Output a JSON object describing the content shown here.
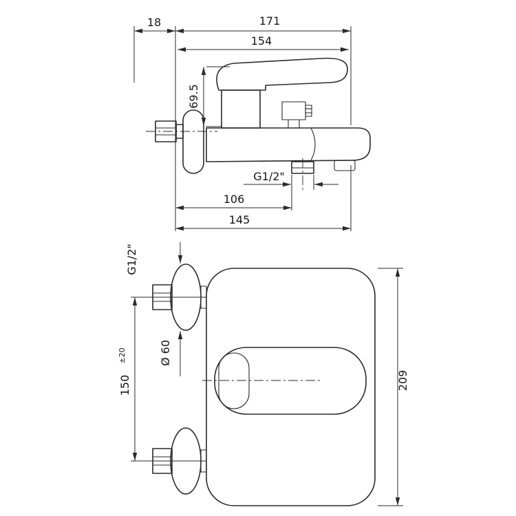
{
  "dims": {
    "side_18": "18",
    "side_171": "171",
    "side_154": "154",
    "side_69_5": "69.5",
    "side_g12": "G1/2\"",
    "side_106": "106",
    "side_145": "145",
    "front_g12": "G1/2\"",
    "front_dia": "Ø 60",
    "front_150": "150",
    "front_tol": "±20",
    "front_209": "209"
  },
  "colors": {
    "line": "#2a2a2a",
    "background": "#ffffff"
  }
}
